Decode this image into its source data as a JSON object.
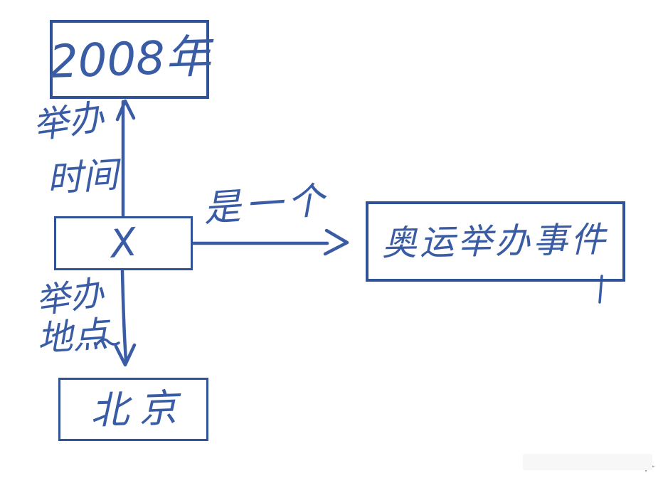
{
  "palette": {
    "ink": "#3a5ca5",
    "box_border": "#2f5299",
    "background": "#ffffff",
    "watermark_band": "#f7f7f7",
    "cursor": "#9b9b9b"
  },
  "diagram": {
    "nodes": {
      "year": {
        "label": "2008年"
      },
      "entity": {
        "label": "X"
      },
      "city": {
        "label": "北京"
      },
      "event": {
        "label": "奥运举办事件"
      }
    },
    "edges": {
      "time": {
        "from": "entity",
        "to": "year",
        "lines": [
          "举办",
          "时间"
        ]
      },
      "place": {
        "from": "entity",
        "to": "city",
        "lines": [
          "举办",
          "地点"
        ]
      },
      "isa": {
        "from": "entity",
        "to": "event",
        "label": "是一个"
      }
    }
  }
}
